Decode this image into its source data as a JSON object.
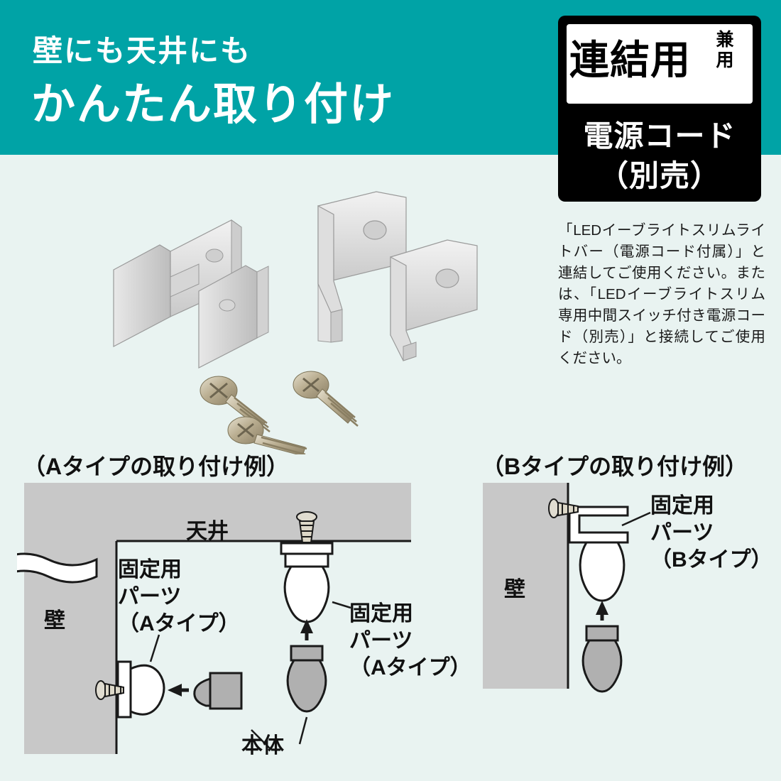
{
  "header": {
    "subtitle": "壁にも天井にも",
    "title": "かんたん取り付け",
    "bg_color": "#00a3a6"
  },
  "badge": {
    "line1": "連結用",
    "line1_side": "兼用",
    "line2": "電源コード",
    "line3": "（別売）",
    "bg_color": "#000000"
  },
  "note": {
    "text": "「LEDイーブライトスリムライトバー（電源コード付属）」と連結してご使用ください。または、「LEDイーブライトスリム専用中間スイッチ付き電源コード（別売）」と接続してご使用ください。"
  },
  "sections": {
    "a_caption": "（Aタイプの取り付け例）",
    "b_caption": "（Bタイプの取り付け例）"
  },
  "diagram_a": {
    "ceiling": "天井",
    "wall": "壁",
    "part_label_left": "固定用\nパーツ\n（Aタイプ）",
    "part_label_left_l1": "固定用",
    "part_label_left_l2": "パーツ",
    "part_label_left_l3": "（Aタイプ）",
    "part_label_right_l1": "固定用",
    "part_label_right_l2": "パーツ",
    "part_label_right_l3": "（Aタイプ）",
    "body_label": "本体"
  },
  "diagram_b": {
    "wall": "壁",
    "part_label_l1": "固定用",
    "part_label_l2": "パーツ",
    "part_label_l3": "（Bタイプ）"
  },
  "colors": {
    "teal": "#00a3a6",
    "page_bg": "#e9f3f1",
    "wall_gray": "#c8c8c8",
    "part_gray": "#b0b0b0",
    "outline": "#1a1a1a"
  }
}
